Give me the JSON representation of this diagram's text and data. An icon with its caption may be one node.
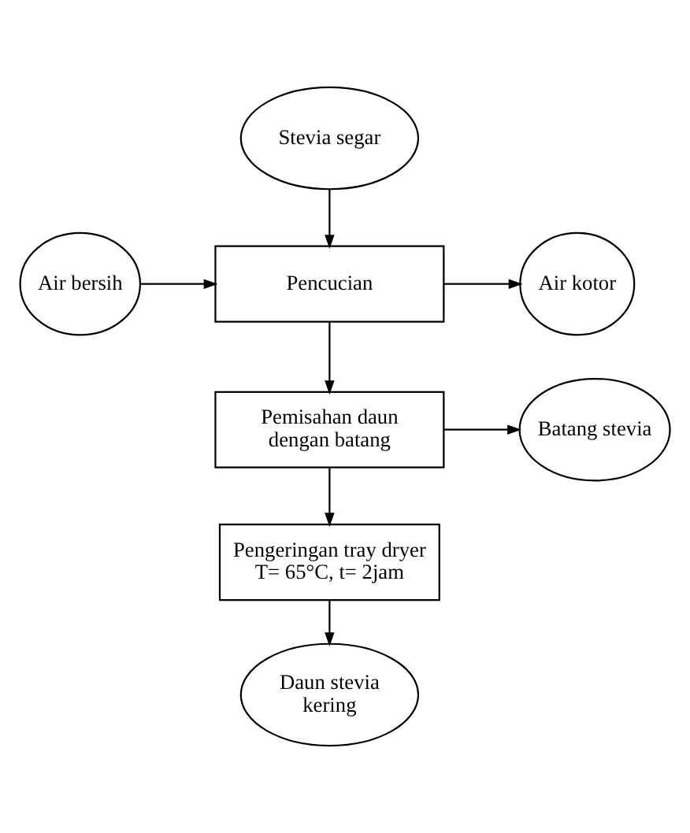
{
  "diagram": {
    "nodes": [
      {
        "text": [
          "Stevia segar"
        ]
      },
      {
        "text": [
          "Air bersih"
        ]
      },
      {
        "text": [
          "Pencucian"
        ]
      },
      {
        "text": [
          "Air kotor"
        ]
      },
      {
        "text": [
          "Pemisahan daun dengan batang"
        ]
      },
      {
        "text": [
          "Batang stevia"
        ]
      },
      {
        "text": [
          "Pengeringan tray dryer",
          "T= 65°C, t= 2jam"
        ]
      },
      {
        "text": [
          "Daun stevia kering"
        ]
      }
    ],
    "edges": [
      {
        "from": 0,
        "to": 2,
        "arrow": "to"
      },
      {
        "from": 1,
        "to": 2,
        "arrow": "to"
      },
      {
        "from": 2,
        "to": 3,
        "arrow": "to"
      },
      {
        "from": 2,
        "to": 4,
        "arrow": "to"
      },
      {
        "from": 4,
        "to": 5,
        "arrow": "to"
      },
      {
        "from": 4,
        "to": 6,
        "arrow": "to"
      },
      {
        "from": 6,
        "to": 7,
        "arrow": "to"
      }
    ]
  }
}
